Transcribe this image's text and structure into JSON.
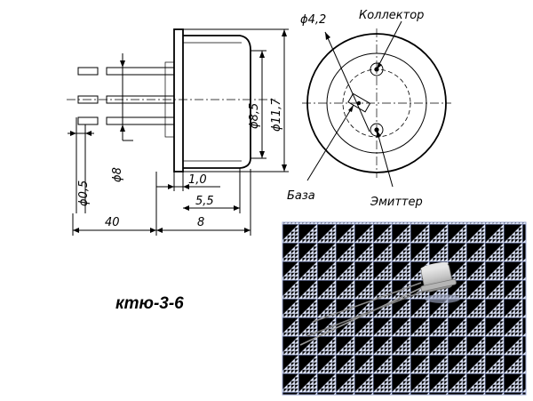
{
  "title": "ктю-3-6",
  "dimensions": {
    "d_pin_hole": "ϕ4,2",
    "d_cap": "ϕ8,5",
    "d_flange": "ϕ11,7",
    "d_lead": "ϕ0,5",
    "d_pitch": "ϕ8",
    "flange_thickness": "1,0",
    "cap_height": "5,5",
    "body_length": "8",
    "lead_length": "40"
  },
  "labels": {
    "collector": "Коллектор",
    "base": "База",
    "emitter": "Эмиттер"
  },
  "colors": {
    "line": "#000000",
    "grid_bg": "#dfe5f7",
    "grid_line": "#8b9bd6"
  }
}
